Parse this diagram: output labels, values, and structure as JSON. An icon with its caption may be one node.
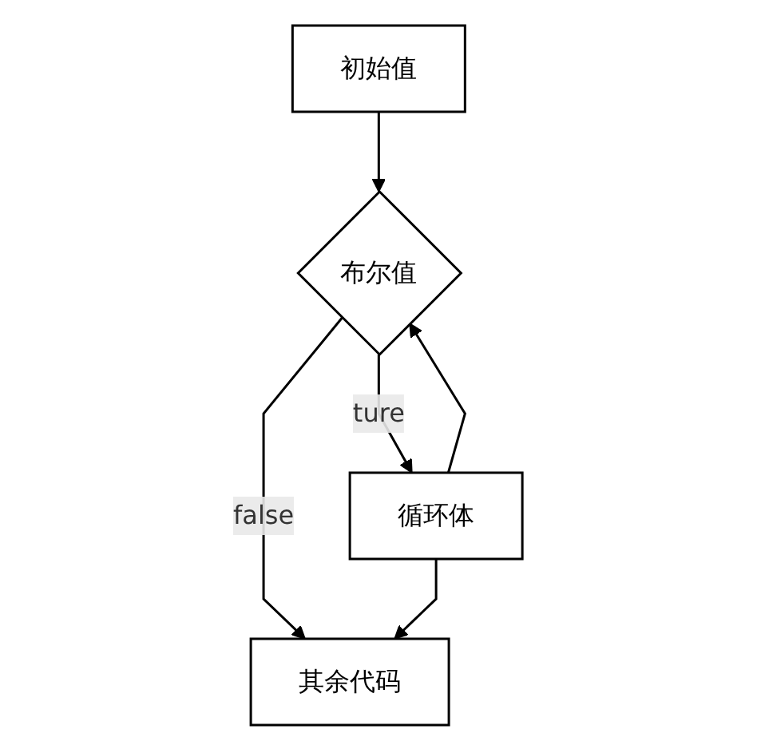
{
  "diagram": {
    "nodes": [
      {
        "text": [
          "初始值"
        ]
      },
      {
        "text": [
          "布尔值"
        ]
      },
      {
        "text": [
          "循环体"
        ]
      },
      {
        "text": [
          "其余代码"
        ]
      }
    ],
    "edges": [
      {
        "from": 0,
        "to": 1,
        "arrow": "to"
      },
      {
        "from": 1,
        "to": 2,
        "arrow": "to",
        "label": "ture"
      },
      {
        "from": 2,
        "to": 1,
        "arrow": "to"
      },
      {
        "from": 1,
        "to": 3,
        "arrow": "to",
        "label": "false"
      },
      {
        "from": 2,
        "to": 3,
        "arrow": "to"
      }
    ]
  }
}
